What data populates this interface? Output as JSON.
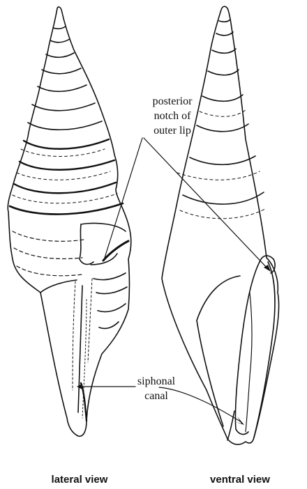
{
  "annotations": {
    "notch_line1": "posterior",
    "notch_line2": "notch of",
    "notch_line3": "outer lip",
    "canal_line1": "siphonal",
    "canal_line2": "canal"
  },
  "captions": {
    "lateral": "lateral view",
    "ventral": "ventral view"
  }
}
